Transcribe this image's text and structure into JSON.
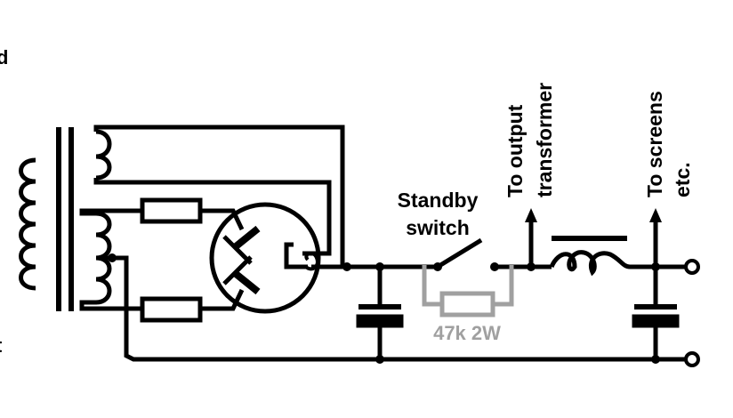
{
  "labels": {
    "standby_line1": "Standby",
    "standby_line2": "switch",
    "output_line1": "To output",
    "output_line2": "transformer",
    "screens_line1": "To screens",
    "screens_line2": "etc.",
    "resistor_value": "47k 2W",
    "edge_fragment_top": "d",
    "edge_fragment_bottom": "t"
  },
  "colors": {
    "wire": "#000000",
    "bypass_resistor": "#a0a0a0",
    "background": "#ffffff"
  }
}
